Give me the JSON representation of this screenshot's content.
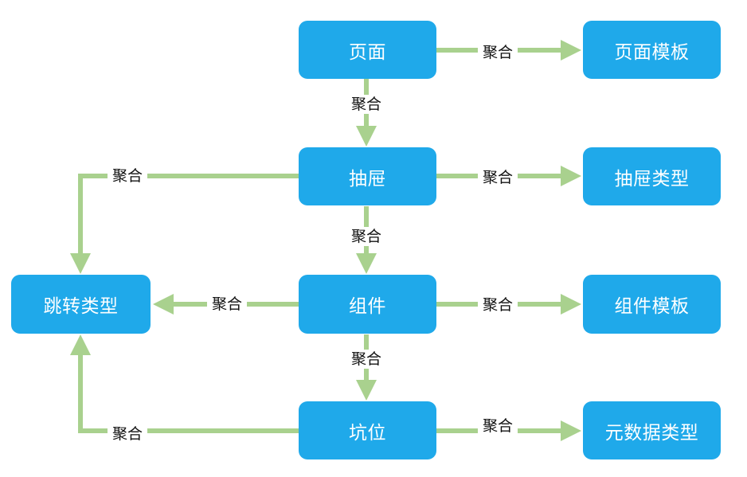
{
  "colors": {
    "node_fill": "#1fa9ea",
    "node_text": "#ffffff",
    "arrow": "#a9d18e",
    "label_text": "#111111"
  },
  "nodes": {
    "page": "页面",
    "drawer": "抽屉",
    "component": "组件",
    "slot": "坑位",
    "page_template": "页面模板",
    "drawer_type": "抽屉类型",
    "component_template": "组件模板",
    "metadata_type": "元数据类型",
    "jump_type": "跳转类型"
  },
  "edge_label": "聚合",
  "edges": [
    {
      "from": "page",
      "to": "page_template",
      "label": "聚合"
    },
    {
      "from": "page",
      "to": "drawer",
      "label": "聚合"
    },
    {
      "from": "drawer",
      "to": "drawer_type",
      "label": "聚合"
    },
    {
      "from": "drawer",
      "to": "jump_type",
      "label": "聚合"
    },
    {
      "from": "drawer",
      "to": "component",
      "label": "聚合"
    },
    {
      "from": "component",
      "to": "component_template",
      "label": "聚合"
    },
    {
      "from": "component",
      "to": "jump_type",
      "label": "聚合"
    },
    {
      "from": "component",
      "to": "slot",
      "label": "聚合"
    },
    {
      "from": "slot",
      "to": "metadata_type",
      "label": "聚合"
    },
    {
      "from": "slot",
      "to": "jump_type",
      "label": "聚合"
    }
  ]
}
